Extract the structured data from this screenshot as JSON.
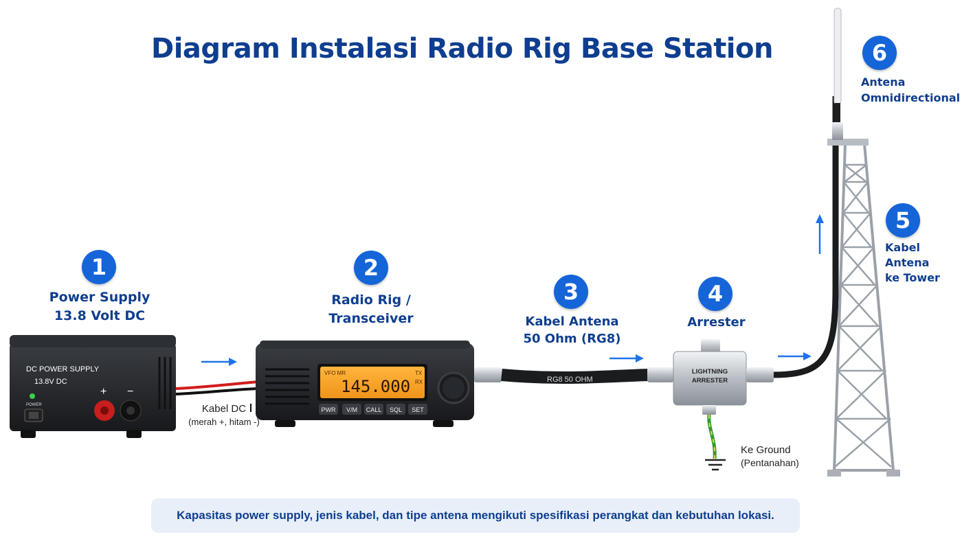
{
  "title": "Diagram Instalasi Radio Rig Base Station",
  "steps": [
    {
      "num": "1",
      "line1": "Power Supply",
      "line2": "13.8 Volt DC"
    },
    {
      "num": "2",
      "line1": "Radio Rig /",
      "line2": "Transceiver"
    },
    {
      "num": "3",
      "line1": "Kabel Antena",
      "line2": "50 Ohm (RG8)"
    },
    {
      "num": "4",
      "line1": "Arrester",
      "line2": ""
    },
    {
      "num": "5",
      "line1": "Kabel Antena",
      "line2": "ke Tower"
    },
    {
      "num": "6",
      "line1": "Antena",
      "line2": "Omnidirectional"
    }
  ],
  "power_supply": {
    "panel_line1": "DC POWER SUPPLY",
    "panel_line2": "13.8V DC",
    "power_label": "POWER",
    "plus": "+",
    "minus": "−"
  },
  "dc_cable": {
    "line1": "Kabel DC",
    "line2": "(merah +, hitam -)"
  },
  "radio": {
    "vfo": "VFO MR",
    "tx": "TX",
    "rx": "RX",
    "freq": "145.000",
    "buttons": [
      "PWR",
      "V/M",
      "CALL",
      "SQL",
      "SET"
    ]
  },
  "coax_label": "RG8 50 OHM",
  "arrester_label": {
    "line1": "LIGHTNING",
    "line2": "ARRESTER"
  },
  "ground": {
    "line1": "Ke Ground",
    "line2": "(Pentanahan)"
  },
  "note": "Kapasitas power supply, jenis kabel, dan tipe antena mengikuti spesifikasi perangkat dan kebutuhan lokasi.",
  "colors": {
    "title": "#0f3e8f",
    "badge": "#1565d8",
    "arrow": "#1e73e8",
    "lcd": "#f5a623"
  }
}
